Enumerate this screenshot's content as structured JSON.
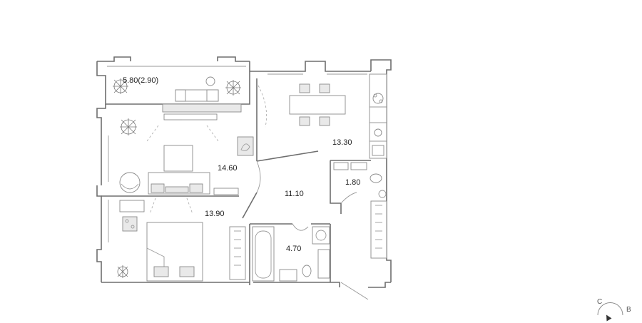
{
  "plan": {
    "rooms": [
      {
        "id": "balcony",
        "area": "5.80(2.90)"
      },
      {
        "id": "kitchen",
        "area": "13.30"
      },
      {
        "id": "living-room",
        "area": "14.60"
      },
      {
        "id": "hall",
        "area": "11.10"
      },
      {
        "id": "wc",
        "area": "1.80"
      },
      {
        "id": "bedroom",
        "area": "13.90"
      },
      {
        "id": "bathroom",
        "area": "4.70"
      }
    ]
  },
  "compass": {
    "north": "С",
    "east": "В"
  }
}
